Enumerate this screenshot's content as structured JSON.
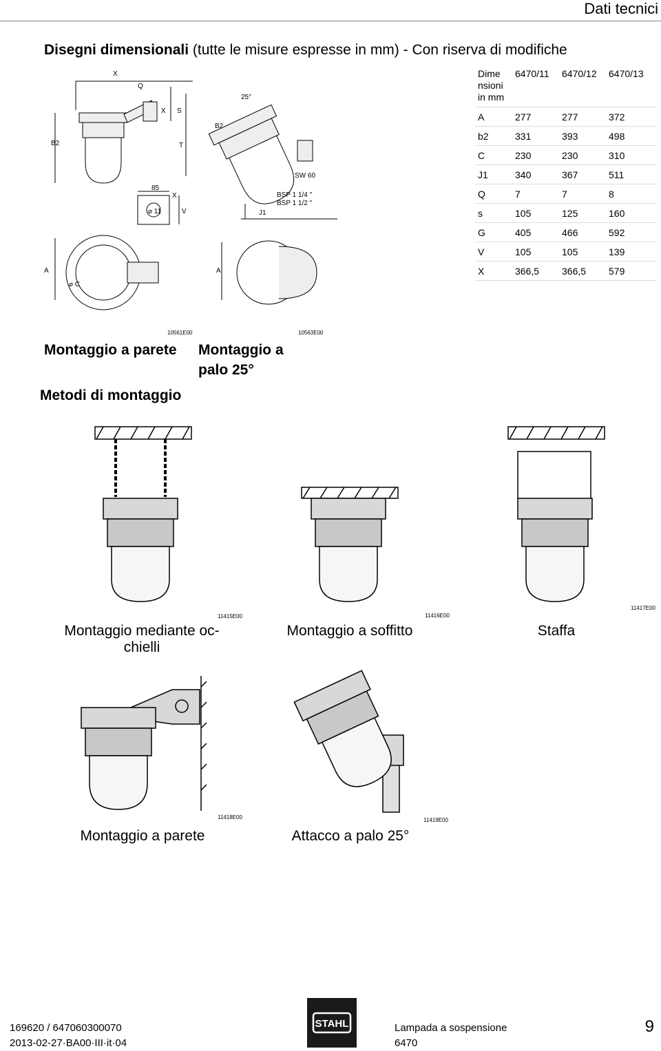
{
  "header": {
    "title": "Dati tecnici"
  },
  "page_title": {
    "bold": "Disegni dimensionali",
    "rest": " (tutte le misure espresse in mm) - Con riserva di modifiche"
  },
  "drawing_labels": {
    "x": "X",
    "q": "Q",
    "s": "S",
    "b2": "B2",
    "t": "T",
    "d85": "85",
    "d11": "⌀ 11",
    "v": "V",
    "angle": "25°",
    "b2b": "B2",
    "sw": "SW 60",
    "bsp1": "BSP  1 1/4 \"",
    "bsp2": "BSP  1 1/2 \"",
    "j1": "J1",
    "a1": "A",
    "c": "⌀ C",
    "a2": "A"
  },
  "dimension_table": {
    "header": [
      "Dime nsioni in mm",
      "6470/11",
      "6470/12",
      "6470/13"
    ],
    "rows": [
      [
        "A",
        "277",
        "277",
        "372"
      ],
      [
        "b2",
        "331",
        "393",
        "498"
      ],
      [
        "C",
        "230",
        "230",
        "310"
      ],
      [
        "J1",
        "340",
        "367",
        "511"
      ],
      [
        "Q",
        "7",
        "7",
        "8"
      ],
      [
        "s",
        "105",
        "125",
        "160"
      ],
      [
        "G",
        "405",
        "466",
        "592"
      ],
      [
        "V",
        "105",
        "105",
        "139"
      ],
      [
        "X",
        "366,5",
        "366,5",
        "579"
      ]
    ]
  },
  "drawing_codes": {
    "wall": "10561E00",
    "pole": "10563E00"
  },
  "drawing_captions": {
    "wall": "Montaggio a parete",
    "pole_l1": "Montaggio a",
    "pole_l2": "palo 25°"
  },
  "section_title": "Metodi di montaggio",
  "mounting_row1": [
    {
      "code": "11415E00",
      "caption_l1": "Montaggio mediante oc-",
      "caption_l2": "chielli"
    },
    {
      "code": "11416E00",
      "caption_l1": "Montaggio a soffitto",
      "caption_l2": ""
    },
    {
      "code": "11417E00",
      "caption_l1": "Staffa",
      "caption_l2": ""
    }
  ],
  "mounting_row2": [
    {
      "code": "11418E00",
      "caption": "Montaggio a parete"
    },
    {
      "code": "11419E00",
      "caption": "Attacco a palo 25°"
    }
  ],
  "footer": {
    "doc_no": "169620 / 647060300070",
    "doc_date": "2013-02-27·BA00·III·it·04",
    "logo": "STAHL",
    "product_l1": "Lampada a sospensione",
    "product_l2": "6470",
    "page_number": "9"
  }
}
